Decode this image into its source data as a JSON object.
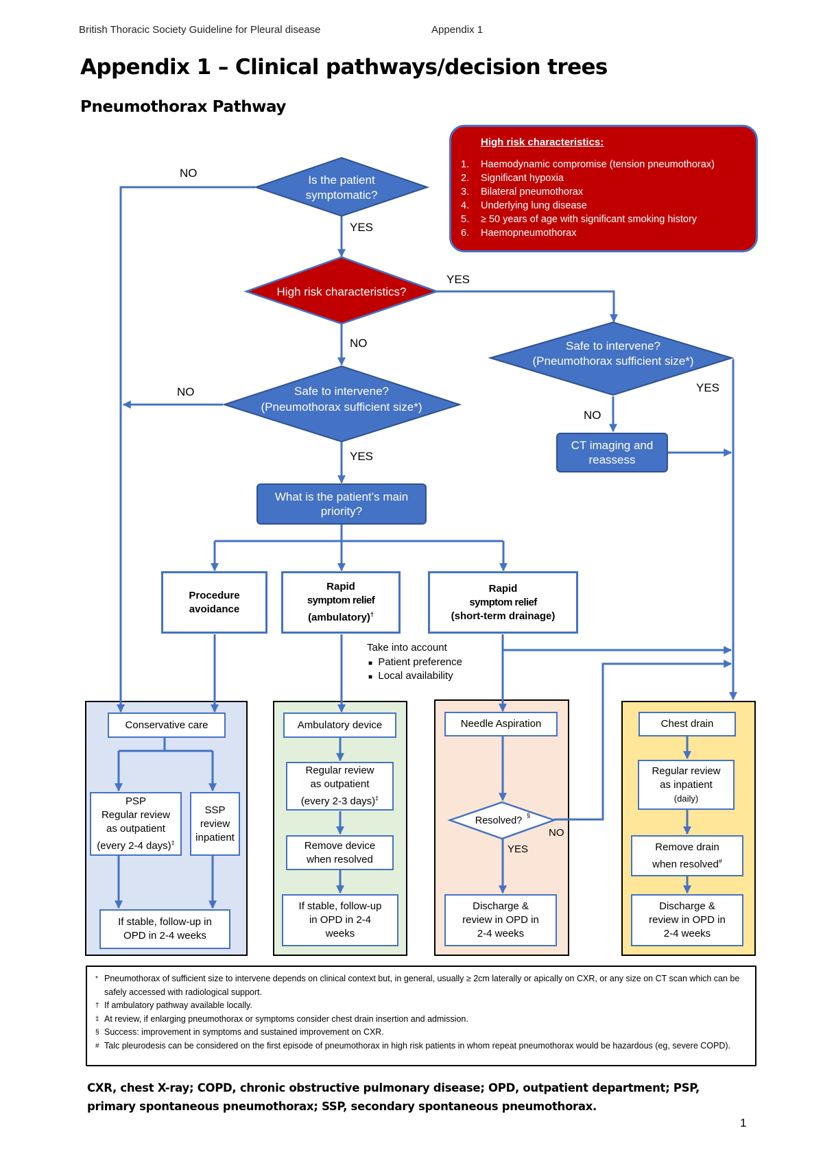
{
  "header": {
    "left": "British Thoracic Society Guideline for Pleural disease",
    "right": "Appendix 1"
  },
  "title": "Appendix 1 – Clinical pathways/decision trees",
  "subtitle": "Pneumothorax Pathway",
  "high_risk_box": {
    "title": "High risk characteristics:",
    "items": [
      "Haemodynamic compromise (tension pneumothorax)",
      "Significant hypoxia",
      "Bilateral pneumothorax",
      "Underlying lung disease",
      "≥ 50 years of age with significant smoking history",
      "Haemopneumothorax"
    ]
  },
  "decisions": {
    "symptomatic": [
      "Is the patient",
      "symptomatic?"
    ],
    "high_risk": "High risk characteristics?",
    "safe_left": [
      "Safe to intervene?",
      "(Pneumothorax sufficient size*)"
    ],
    "safe_right": [
      "Safe to intervene?",
      "(Pneumothorax sufficient size*)"
    ],
    "resolved": "Resolved?",
    "resolved_sup": "§"
  },
  "labels": {
    "yes": "YES",
    "no": "NO"
  },
  "nodes": {
    "ct_imaging": [
      "CT imaging and",
      "reassess"
    ],
    "main_priority": [
      "What is the patient’s main",
      "priority?"
    ],
    "procedure_avoidance": [
      "Procedure",
      "avoidance"
    ],
    "rapid_ambulatory": [
      "Rapid",
      "symptom relief",
      "(ambulatory)"
    ],
    "rapid_ambulatory_sup": "†",
    "rapid_drainage": [
      "Rapid",
      "symptom relief",
      "(short-term drainage)"
    ],
    "take_into_account": "Take into account",
    "account_items": [
      "Patient preference",
      "Local availability"
    ]
  },
  "columns": {
    "conservative": {
      "title": "Conservative care",
      "psp": [
        "PSP",
        "Regular review",
        "as outpatient",
        "(every 2-4 days)"
      ],
      "psp_sup": "‡",
      "ssp": [
        "SSP",
        "review",
        "inpatient"
      ],
      "followup": [
        "If stable, follow-up in",
        "OPD in 2-4 weeks"
      ]
    },
    "ambulatory": {
      "title": "Ambulatory device",
      "review": [
        "Regular review",
        "as outpatient",
        "(every 2-3 days)"
      ],
      "review_sup": "‡",
      "remove": [
        "Remove device",
        "when resolved"
      ],
      "followup": [
        "If stable, follow-up",
        "in OPD in 2-4",
        "weeks"
      ]
    },
    "needle": {
      "title": "Needle Aspiration",
      "discharge": [
        "Discharge &",
        "review in OPD in",
        "2-4 weeks"
      ]
    },
    "drain": {
      "title": "Chest drain",
      "review": [
        "Regular review",
        "as inpatient",
        "(daily)"
      ],
      "remove": [
        "Remove drain",
        "when resolved"
      ],
      "remove_sup": "#",
      "discharge": [
        "Discharge &",
        "review in OPD in",
        "2-4 weeks"
      ]
    }
  },
  "footnotes": [
    {
      "symbol": "*",
      "text": "Pneumothorax of sufficient size to intervene depends on clinical context but, in general, usually ≥ 2cm laterally or apically on CXR, or any size on CT scan which can be safely accessed with radiological support."
    },
    {
      "symbol": "†",
      "text": "If ambulatory pathway available locally."
    },
    {
      "symbol": "‡",
      "text": "At review, if enlarging pneumothorax or symptoms consider chest drain insertion and admission."
    },
    {
      "symbol": "§",
      "text": "Success: improvement in symptoms and sustained improvement on CXR."
    },
    {
      "symbol": "#",
      "text": "Talc pleurodesis can be considered on the first episode of pneumothorax in high risk patients in whom repeat pneumothorax would be hazardous (eg, severe COPD)."
    }
  ],
  "abbreviations": "CXR, chest X-ray; COPD, chronic obstructive pulmonary disease; OPD, outpatient department; PSP, primary spontaneous pneumothorax; SSP, secondary spontaneous pneumothorax.",
  "page_number": "1",
  "colors": {
    "accent_blue": "#4472c4",
    "dark_blue": "#2f528f",
    "red": "#c00000",
    "panel_blue": "#dae3f3",
    "panel_green": "#e2efda",
    "panel_peach": "#fbe5d6",
    "panel_yellow": "#ffe699"
  }
}
